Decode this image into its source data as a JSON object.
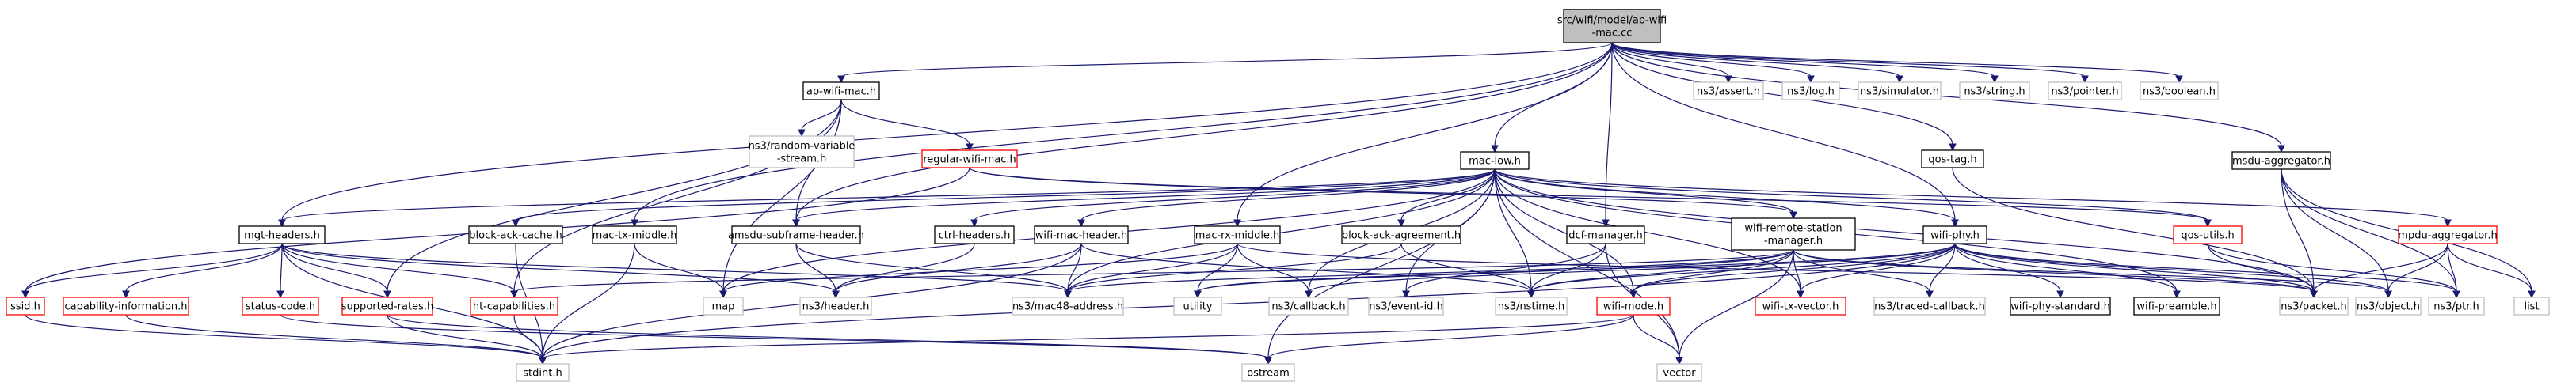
{
  "graph": {
    "colors": {
      "edge": "#191970",
      "root_fill": "#bfbfbf",
      "documented_border": "#000000",
      "undocumented_border": "#bfbfbf",
      "truncated_border": "#ff0000"
    },
    "nodes": [
      {
        "id": "root",
        "lines": [
          "src/wifi/model/ap-wifi",
          "-mac.cc"
        ],
        "kind": "root"
      },
      {
        "id": "apwifimach",
        "lines": [
          "ap-wifi-mac.h"
        ],
        "kind": "documented"
      },
      {
        "id": "assert",
        "lines": [
          "ns3/assert.h"
        ],
        "kind": "external"
      },
      {
        "id": "log",
        "lines": [
          "ns3/log.h"
        ],
        "kind": "external"
      },
      {
        "id": "simulator",
        "lines": [
          "ns3/simulator.h"
        ],
        "kind": "external"
      },
      {
        "id": "string",
        "lines": [
          "ns3/string.h"
        ],
        "kind": "external"
      },
      {
        "id": "pointer",
        "lines": [
          "ns3/pointer.h"
        ],
        "kind": "external"
      },
      {
        "id": "boolean",
        "lines": [
          "ns3/boolean.h"
        ],
        "kind": "external"
      },
      {
        "id": "randomvar",
        "lines": [
          "ns3/random-variable",
          "-stream.h"
        ],
        "kind": "external"
      },
      {
        "id": "regularwifimac",
        "lines": [
          "regular-wifi-mac.h"
        ],
        "kind": "truncated"
      },
      {
        "id": "maclow",
        "lines": [
          "mac-low.h"
        ],
        "kind": "documented"
      },
      {
        "id": "qostag",
        "lines": [
          "qos-tag.h"
        ],
        "kind": "documented"
      },
      {
        "id": "msduagg",
        "lines": [
          "msdu-aggregator.h"
        ],
        "kind": "documented"
      },
      {
        "id": "mgtheaders",
        "lines": [
          "mgt-headers.h"
        ],
        "kind": "documented"
      },
      {
        "id": "blockackcache",
        "lines": [
          "block-ack-cache.h"
        ],
        "kind": "documented"
      },
      {
        "id": "mactxmiddle",
        "lines": [
          "mac-tx-middle.h"
        ],
        "kind": "documented"
      },
      {
        "id": "amsdusub",
        "lines": [
          "amsdu-subframe-header.h"
        ],
        "kind": "documented"
      },
      {
        "id": "ctrlheaders",
        "lines": [
          "ctrl-headers.h"
        ],
        "kind": "documented"
      },
      {
        "id": "wifimacheader",
        "lines": [
          "wifi-mac-header.h"
        ],
        "kind": "documented"
      },
      {
        "id": "macrxmiddle",
        "lines": [
          "mac-rx-middle.h"
        ],
        "kind": "documented"
      },
      {
        "id": "blockackagree",
        "lines": [
          "block-ack-agreement.h"
        ],
        "kind": "documented"
      },
      {
        "id": "dcfmanager",
        "lines": [
          "dcf-manager.h"
        ],
        "kind": "documented"
      },
      {
        "id": "wifiremote",
        "lines": [
          "wifi-remote-station",
          "-manager.h"
        ],
        "kind": "documented"
      },
      {
        "id": "wifiphy",
        "lines": [
          "wifi-phy.h"
        ],
        "kind": "documented"
      },
      {
        "id": "qosutils",
        "lines": [
          "qos-utils.h"
        ],
        "kind": "truncated"
      },
      {
        "id": "mpduagg",
        "lines": [
          "mpdu-aggregator.h"
        ],
        "kind": "truncated"
      },
      {
        "id": "ssid",
        "lines": [
          "ssid.h"
        ],
        "kind": "truncated"
      },
      {
        "id": "capinfo",
        "lines": [
          "capability-information.h"
        ],
        "kind": "truncated"
      },
      {
        "id": "statuscode",
        "lines": [
          "status-code.h"
        ],
        "kind": "truncated"
      },
      {
        "id": "supprates",
        "lines": [
          "supported-rates.h"
        ],
        "kind": "truncated"
      },
      {
        "id": "htcap",
        "lines": [
          "ht-capabilities.h"
        ],
        "kind": "truncated"
      },
      {
        "id": "map",
        "lines": [
          "map"
        ],
        "kind": "external"
      },
      {
        "id": "header",
        "lines": [
          "ns3/header.h"
        ],
        "kind": "external"
      },
      {
        "id": "mac48",
        "lines": [
          "ns3/mac48-address.h"
        ],
        "kind": "external"
      },
      {
        "id": "utility",
        "lines": [
          "utility"
        ],
        "kind": "external"
      },
      {
        "id": "callback",
        "lines": [
          "ns3/callback.h"
        ],
        "kind": "external"
      },
      {
        "id": "eventid",
        "lines": [
          "ns3/event-id.h"
        ],
        "kind": "external"
      },
      {
        "id": "nstime",
        "lines": [
          "ns3/nstime.h"
        ],
        "kind": "external"
      },
      {
        "id": "wifimode",
        "lines": [
          "wifi-mode.h"
        ],
        "kind": "truncated"
      },
      {
        "id": "wifitxvector",
        "lines": [
          "wifi-tx-vector.h"
        ],
        "kind": "truncated"
      },
      {
        "id": "traced",
        "lines": [
          "ns3/traced-callback.h"
        ],
        "kind": "external"
      },
      {
        "id": "wifiphystd",
        "lines": [
          "wifi-phy-standard.h"
        ],
        "kind": "documented"
      },
      {
        "id": "wifipreamble",
        "lines": [
          "wifi-preamble.h"
        ],
        "kind": "documented"
      },
      {
        "id": "packet",
        "lines": [
          "ns3/packet.h"
        ],
        "kind": "external"
      },
      {
        "id": "object",
        "lines": [
          "ns3/object.h"
        ],
        "kind": "external"
      },
      {
        "id": "ptr",
        "lines": [
          "ns3/ptr.h"
        ],
        "kind": "external"
      },
      {
        "id": "list",
        "lines": [
          "list"
        ],
        "kind": "external"
      },
      {
        "id": "stdint",
        "lines": [
          "stdint.h"
        ],
        "kind": "external"
      },
      {
        "id": "ostream",
        "lines": [
          "ostream"
        ],
        "kind": "external"
      },
      {
        "id": "vector",
        "lines": [
          "vector"
        ],
        "kind": "external"
      }
    ],
    "edges": [
      [
        "root",
        "apwifimach"
      ],
      [
        "root",
        "assert"
      ],
      [
        "root",
        "log"
      ],
      [
        "root",
        "simulator"
      ],
      [
        "root",
        "string"
      ],
      [
        "root",
        "pointer"
      ],
      [
        "root",
        "boolean"
      ],
      [
        "root",
        "maclow"
      ],
      [
        "root",
        "qostag"
      ],
      [
        "root",
        "msduagg"
      ],
      [
        "root",
        "mgtheaders"
      ],
      [
        "root",
        "mactxmiddle"
      ],
      [
        "root",
        "amsdusub"
      ],
      [
        "root",
        "macrxmiddle"
      ],
      [
        "root",
        "dcfmanager"
      ],
      [
        "root",
        "wifiphy"
      ],
      [
        "apwifimach",
        "randomvar"
      ],
      [
        "apwifimach",
        "regularwifimac"
      ],
      [
        "apwifimach",
        "amsdusub"
      ],
      [
        "apwifimach",
        "htcap"
      ],
      [
        "apwifimach",
        "supprates"
      ],
      [
        "apwifimach",
        "map"
      ],
      [
        "regularwifimac",
        "wifiremote"
      ],
      [
        "regularwifimac",
        "ssid"
      ],
      [
        "regularwifimac",
        "qosutils"
      ],
      [
        "maclow",
        "mgtheaders"
      ],
      [
        "maclow",
        "blockackcache"
      ],
      [
        "maclow",
        "amsdusub"
      ],
      [
        "maclow",
        "ctrlheaders"
      ],
      [
        "maclow",
        "wifimacheader"
      ],
      [
        "maclow",
        "blockackagree"
      ],
      [
        "maclow",
        "wifiremote"
      ],
      [
        "maclow",
        "wifiphy"
      ],
      [
        "maclow",
        "qosutils"
      ],
      [
        "maclow",
        "mpduagg"
      ],
      [
        "maclow",
        "map"
      ],
      [
        "maclow",
        "mac48"
      ],
      [
        "maclow",
        "ostream"
      ],
      [
        "maclow",
        "callback"
      ],
      [
        "maclow",
        "eventid"
      ],
      [
        "maclow",
        "nstime"
      ],
      [
        "maclow",
        "wifimode"
      ],
      [
        "maclow",
        "packet"
      ],
      [
        "maclow",
        "vector"
      ],
      [
        "maclow",
        "wifitxvector"
      ],
      [
        "maclow",
        "wifipreamble"
      ],
      [
        "qostag",
        "packet"
      ],
      [
        "msduagg",
        "packet"
      ],
      [
        "msduagg",
        "object"
      ],
      [
        "msduagg",
        "ptr"
      ],
      [
        "msduagg",
        "list"
      ],
      [
        "mgtheaders",
        "ssid"
      ],
      [
        "mgtheaders",
        "capinfo"
      ],
      [
        "mgtheaders",
        "statuscode"
      ],
      [
        "mgtheaders",
        "supprates"
      ],
      [
        "mgtheaders",
        "htcap"
      ],
      [
        "mgtheaders",
        "stdint"
      ],
      [
        "mgtheaders",
        "header"
      ],
      [
        "mgtheaders",
        "mac48"
      ],
      [
        "blockackcache",
        "stdint"
      ],
      [
        "mactxmiddle",
        "map"
      ],
      [
        "mactxmiddle",
        "stdint"
      ],
      [
        "amsdusub",
        "header"
      ],
      [
        "amsdusub",
        "mac48"
      ],
      [
        "ctrlheaders",
        "header"
      ],
      [
        "wifimacheader",
        "header"
      ],
      [
        "wifimacheader",
        "mac48"
      ],
      [
        "wifimacheader",
        "nstime"
      ],
      [
        "wifimacheader",
        "stdint"
      ],
      [
        "macrxmiddle",
        "mac48"
      ],
      [
        "macrxmiddle",
        "utility"
      ],
      [
        "macrxmiddle",
        "callback"
      ],
      [
        "macrxmiddle",
        "map"
      ],
      [
        "macrxmiddle",
        "packet"
      ],
      [
        "blockackagree",
        "mac48"
      ],
      [
        "blockackagree",
        "nstime"
      ],
      [
        "dcfmanager",
        "nstime"
      ],
      [
        "dcfmanager",
        "eventid"
      ],
      [
        "dcfmanager",
        "vector"
      ],
      [
        "wifiremote",
        "mac48"
      ],
      [
        "wifiremote",
        "traced"
      ],
      [
        "wifiremote",
        "packet"
      ],
      [
        "wifiremote",
        "object"
      ],
      [
        "wifiremote",
        "nstime"
      ],
      [
        "wifiremote",
        "wifimode"
      ],
      [
        "wifiremote",
        "wifitxvector"
      ],
      [
        "wifiremote",
        "utility"
      ],
      [
        "wifiremote",
        "htcap"
      ],
      [
        "wifiremote",
        "vector"
      ],
      [
        "wifiphy",
        "wifimode"
      ],
      [
        "wifiphy",
        "wifitxvector"
      ],
      [
        "wifiphy",
        "wifiphystd"
      ],
      [
        "wifiphy",
        "wifipreamble"
      ],
      [
        "wifiphy",
        "packet"
      ],
      [
        "wifiphy",
        "object"
      ],
      [
        "wifiphy",
        "nstime"
      ],
      [
        "wifiphy",
        "callback"
      ],
      [
        "wifiphy",
        "traced"
      ],
      [
        "wifiphy",
        "ptr"
      ],
      [
        "wifiphy",
        "stdint"
      ],
      [
        "wifiphy",
        "utility"
      ],
      [
        "qosutils",
        "packet"
      ],
      [
        "qosutils",
        "ptr"
      ],
      [
        "mpduagg",
        "packet"
      ],
      [
        "mpduagg",
        "object"
      ],
      [
        "mpduagg",
        "ptr"
      ],
      [
        "mpduagg",
        "list"
      ],
      [
        "ssid",
        "stdint"
      ],
      [
        "capinfo",
        "stdint"
      ],
      [
        "statuscode",
        "ostream"
      ],
      [
        "supprates",
        "stdint"
      ],
      [
        "supprates",
        "ostream"
      ],
      [
        "htcap",
        "stdint"
      ],
      [
        "wifimode",
        "stdint"
      ],
      [
        "wifimode",
        "vector"
      ],
      [
        "wifimode",
        "ostream"
      ]
    ]
  }
}
